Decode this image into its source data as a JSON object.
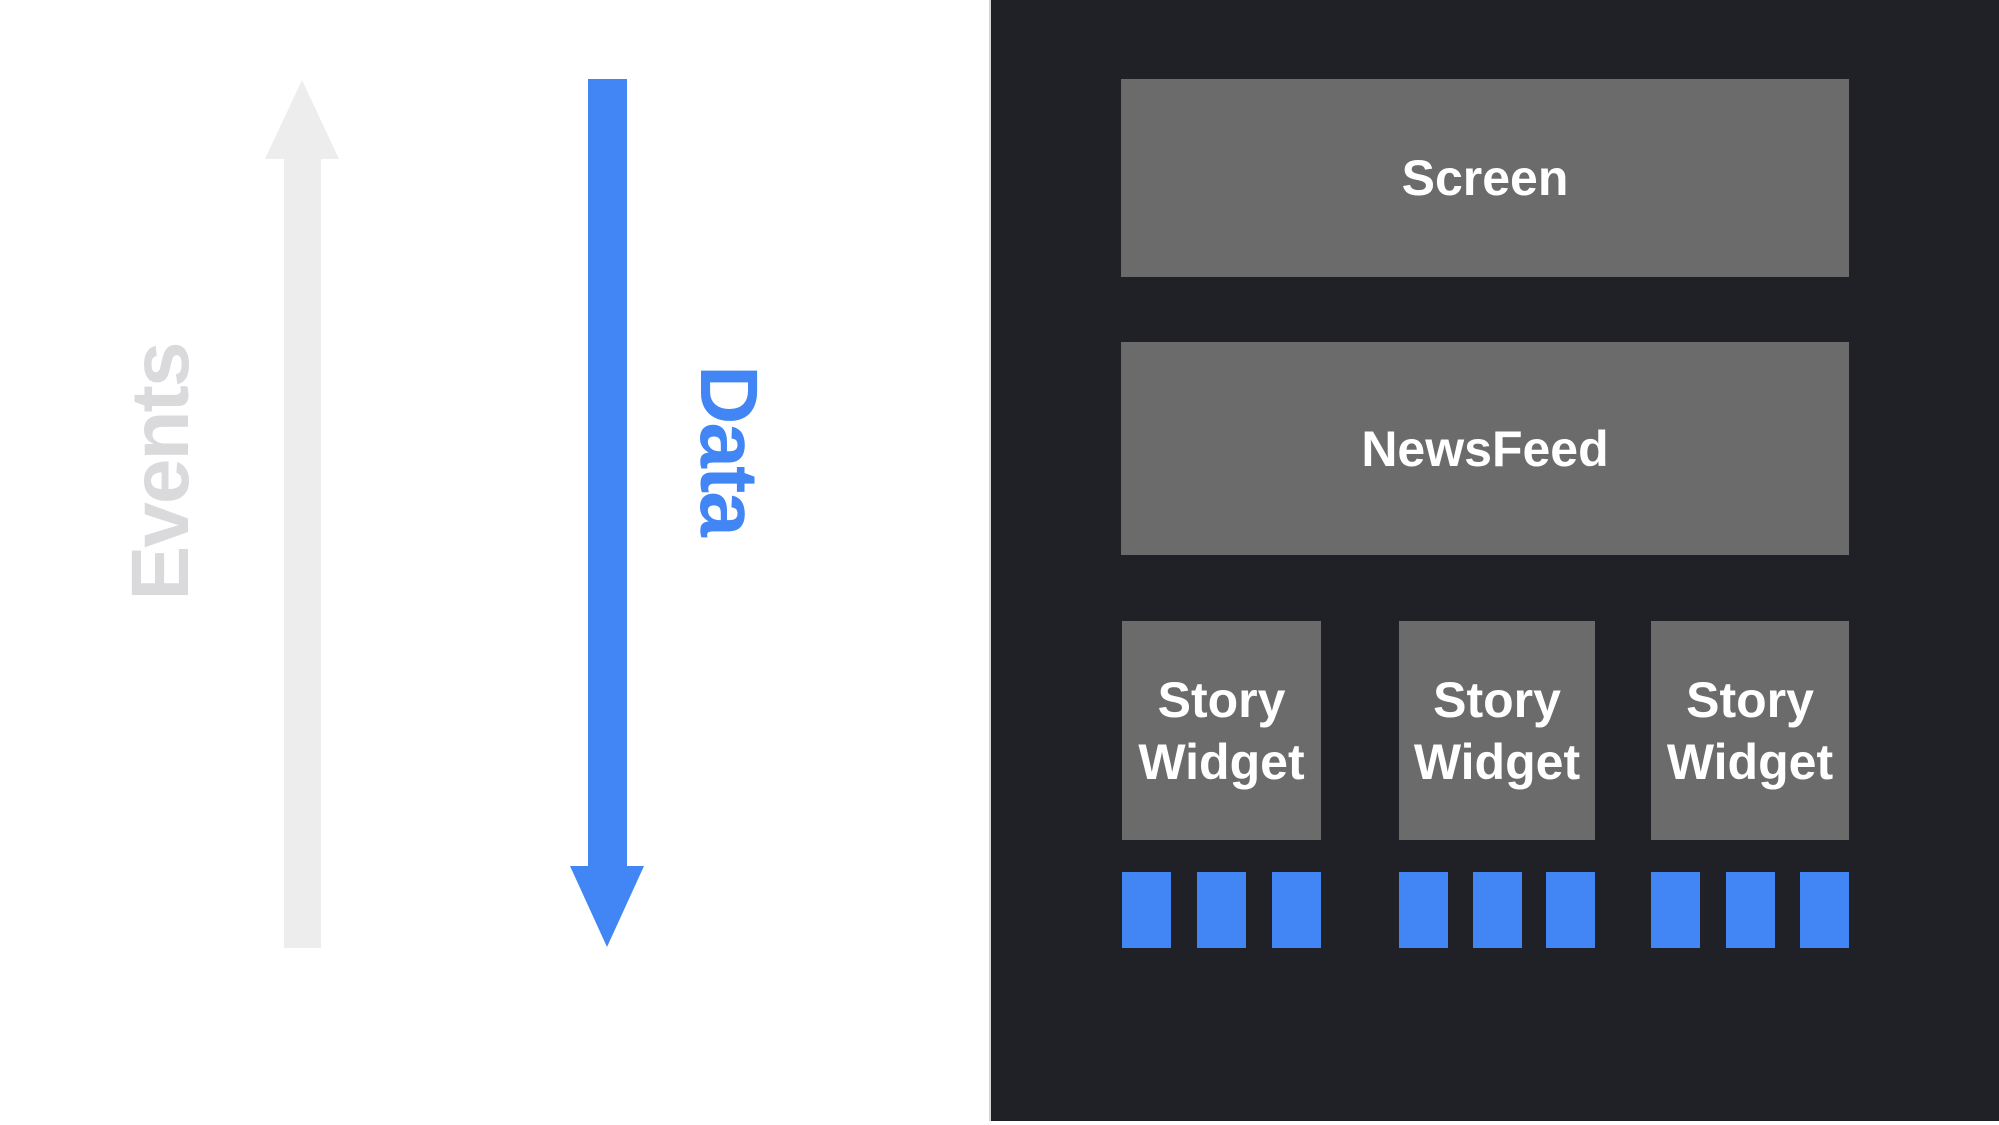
{
  "colors": {
    "accent_blue": "#4285F4",
    "arrow_gray": "#EDEDEE",
    "events_gray": "#DADADC",
    "panel_dark": "#1F2126",
    "box_gray": "#6B6B6C",
    "text_white": "#FFFFFF",
    "edge_line": "#D5D5D5"
  },
  "flow": {
    "events_label": "Events",
    "data_label": "Data"
  },
  "tree": {
    "screen_label": "Screen",
    "newsfeed_label": "NewsFeed",
    "story_widget_labels": [
      "Story Widget",
      "Story Widget",
      "Story Widget"
    ]
  }
}
